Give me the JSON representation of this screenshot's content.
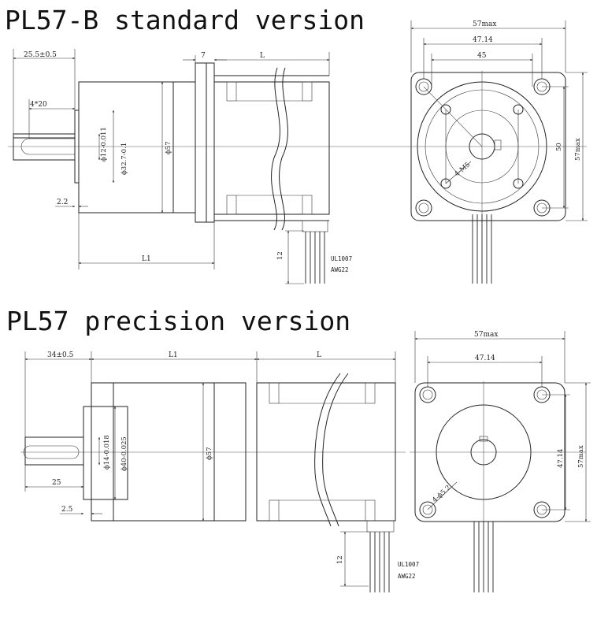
{
  "titles": {
    "standard": "PL57-B standard version",
    "precision": "PL57 precision version"
  },
  "standard": {
    "side": {
      "dims": {
        "shaft_length": "25.5±0.5",
        "flange_thickness": "7",
        "motor_length": "L",
        "key": "4*20",
        "shaft_dia": "ϕ12-0.011",
        "pilot_dia": "ϕ32.7-0.1",
        "body_dia": "ϕ57",
        "gap": "2.2",
        "gearbox_length": "L1",
        "lead_length": "12"
      },
      "wire_labels": [
        "UL1007",
        "AWG22"
      ]
    },
    "front": {
      "dims": {
        "overall_width": "57max",
        "hole_spacing": "47.14",
        "inner_spacing": "45",
        "height_a": "50",
        "height_b": "57max",
        "holes": "4-M5"
      }
    }
  },
  "precision": {
    "side": {
      "dims": {
        "shaft_length": "34±0.5",
        "gearbox_length": "L1",
        "motor_length": "L",
        "shaft_dia": "ϕ14-0.018",
        "pilot_dia": "ϕ40-0.025",
        "body_dia": "ϕ57",
        "key_length": "25",
        "gap": "2.5",
        "lead_length": "12"
      },
      "wire_labels": [
        "UL1007",
        "AWG22"
      ]
    },
    "front": {
      "dims": {
        "overall_width": "57max",
        "hole_spacing": "47.14",
        "height_a": "47.14",
        "height_b": "57max",
        "holes": "4-ϕ5.2"
      }
    }
  }
}
